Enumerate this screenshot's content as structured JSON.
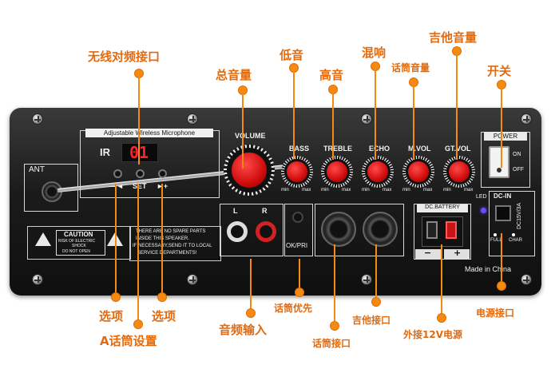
{
  "colors": {
    "label": "#e46a0e",
    "panel": "#151515",
    "knob": "#d00c0c"
  },
  "callouts": {
    "wireless_mic": "无线对频接口",
    "total_volume": "总音量",
    "bass": "低音",
    "treble": "高音",
    "echo": "混响",
    "mic_volume": "话筒音量",
    "guitar_volume": "吉他音量",
    "power_switch": "开关",
    "select_left": "选项",
    "select_right": "选项",
    "a_mic_setting": "A话筒设置",
    "audio_input": "音频输入",
    "mic_priority": "话筒优先",
    "guitar_port": "吉他接口",
    "mic_port": "话筒接口",
    "ext_12v": "外接12V电源",
    "power_port": "电源接口"
  },
  "panel": {
    "wireless_title": "Adjustable Wireless Microphone",
    "ir_label": "IR",
    "display_value": "01",
    "prev_label": "—◄",
    "set_label": "SET",
    "next_label": "►+",
    "ant_label": "ANT",
    "volume_label": "VOLUME",
    "bass_label": "BASS",
    "treble_label": "TREBLE",
    "echo_label": "ECHO",
    "mvol_label": "M.VOL",
    "gtvol_label": "GT.VOL",
    "min_label": "min",
    "max_label": "max",
    "power_label": "POWER",
    "on_label": "ON",
    "off_label": "OFF",
    "l_label": "L",
    "r_label": "R",
    "okpri_label": "OK/PRI",
    "battery_label": "DC.BATTERY",
    "minus_label": "−",
    "plus_label": "+",
    "led_label": "LED",
    "dcin_label": "DC-IN",
    "dc_spec": "DC15V/3A",
    "full_label": "FULL",
    "char_label": "CHAR",
    "made_in": "Made in China",
    "caution_title": "CAUTION",
    "caution_line1": "RISK OF ELECTRIC",
    "caution_line2": "SHOCK",
    "caution_line3": "DO NOT OPEN",
    "warning_text1": "THERE ARE NO SPARE PARTS",
    "warning_text2": "INSIDE THIS SPEAKER.",
    "warning_text3": "IF NECESSARY,SEND IT TO LOCAL",
    "warning_text4": "SERVICE DEPARTMENTS!"
  }
}
